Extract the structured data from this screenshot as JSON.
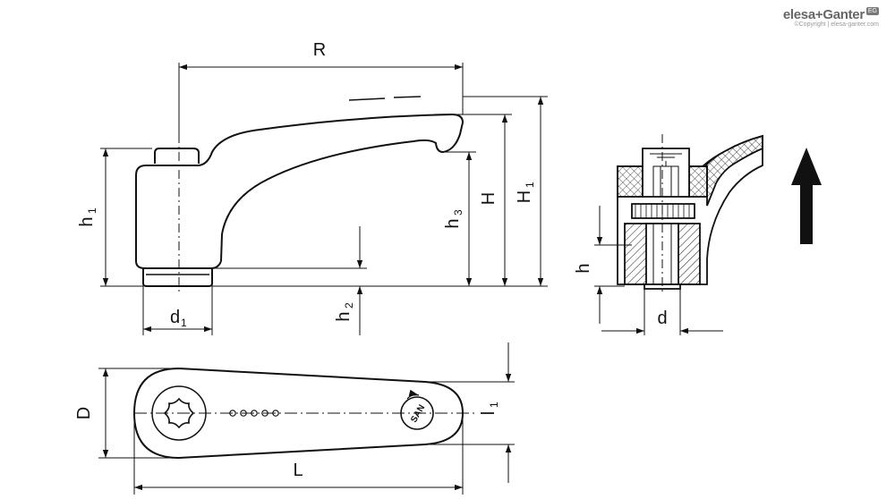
{
  "brand": {
    "name": "elesa+Ganter",
    "badge": "EG",
    "copyright": "©Copyright | elesa-ganter.com"
  },
  "side_view": {
    "label_R": "R",
    "label_h1": "h",
    "label_h1_sub": "1",
    "label_d1": "d",
    "label_d1_sub": "1",
    "label_h2": "h",
    "label_h2_sub": "2",
    "label_h3": "h",
    "label_h3_sub": "3",
    "label_H": "H",
    "label_H1": "H",
    "label_H1_sub": "1"
  },
  "section_view": {
    "label_h": "h",
    "label_d": "d"
  },
  "top_view": {
    "label_D": "D",
    "label_L": "L",
    "label_l1": "l",
    "label_l1_sub": "1",
    "logo_text": "SAN"
  },
  "colors": {
    "line": "#111111",
    "hatch": "#222222",
    "arrow": "#111111"
  }
}
